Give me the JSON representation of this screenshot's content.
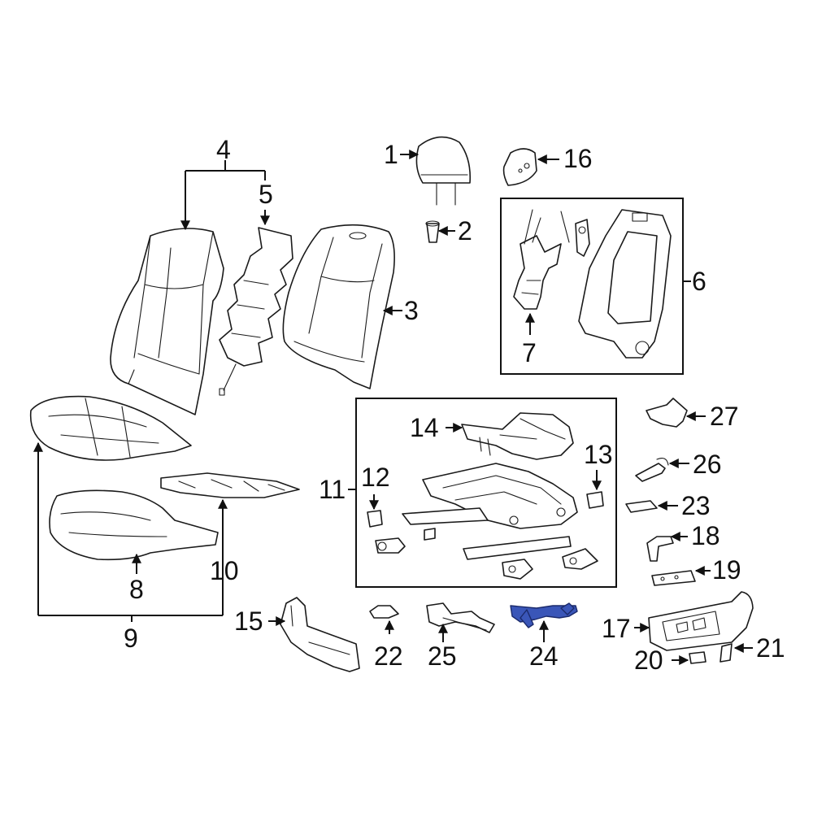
{
  "callouts": {
    "p1": "1",
    "p2": "2",
    "p3": "3",
    "p4": "4",
    "p5": "5",
    "p6": "6",
    "p7": "7",
    "p8": "8",
    "p9": "9",
    "p10": "10",
    "p11": "11",
    "p12": "12",
    "p13": "13",
    "p14": "14",
    "p15": "15",
    "p16": "16",
    "p17": "17",
    "p18": "18",
    "p19": "19",
    "p20": "20",
    "p21": "21",
    "p22": "22",
    "p23": "23",
    "p24": "24",
    "p25": "25",
    "p26": "26",
    "p27": "27"
  },
  "highlighted_part": "24",
  "colors": {
    "line": "#111111",
    "highlight": "#3a56b8",
    "background": "#ffffff"
  }
}
